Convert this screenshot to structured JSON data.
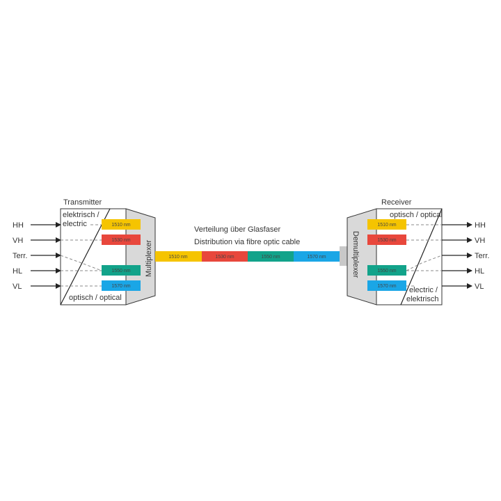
{
  "transmitter": {
    "title": "Transmitter",
    "label_electric_line1": "elektrisch /",
    "label_electric_line2": "electric",
    "label_optical": "optisch / optical",
    "mux_label": "Multiplexer",
    "inputs": [
      "HH",
      "VH",
      "Terr.",
      "HL",
      "VL"
    ]
  },
  "receiver": {
    "title": "Receiver",
    "label_optical": "optisch / optical",
    "label_electric_line1": "electric /",
    "label_electric_line2": "elektrisch",
    "demux_label": "Demultiplexer",
    "outputs": [
      "HH",
      "VH",
      "Terr.",
      "HL",
      "VL"
    ]
  },
  "distribution": {
    "line1": "Verteilung über Glasfaser",
    "line2": "Distribution via fibre optic cable"
  },
  "wavelengths": [
    {
      "label": "1510 nm",
      "color": "#f5c400"
    },
    {
      "label": "1530 nm",
      "color": "#e8473c"
    },
    {
      "label": "1550 nm",
      "color": "#12a38a"
    },
    {
      "label": "1570 nm",
      "color": "#1aa6e6"
    }
  ],
  "colors": {
    "device_fill": "#d9d9d9",
    "arrow_fill": "#c8c8c8"
  }
}
